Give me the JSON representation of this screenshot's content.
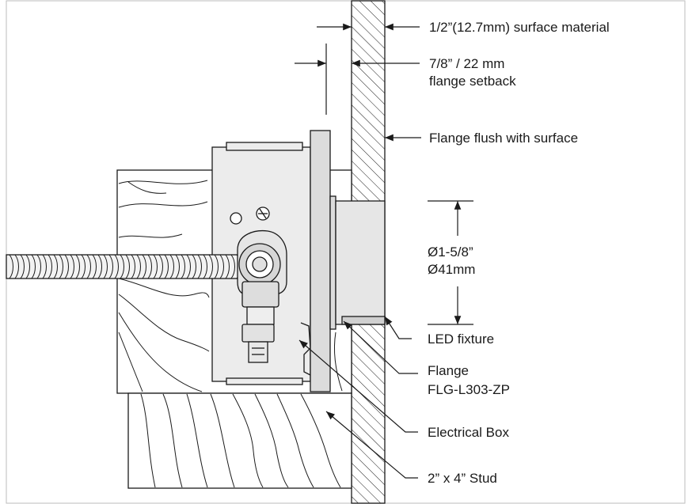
{
  "labels": {
    "surface_material": "1/2”(12.7mm) surface material",
    "setback_line1": "7/8” / 22 mm",
    "setback_line2": "flange setback",
    "flange_flush": "Flange flush with surface",
    "diameter_imperial": "Ø1-5/8”",
    "diameter_metric": "Ø41mm",
    "led_fixture": "LED fixture",
    "flange_line1": "Flange",
    "flange_line2": "FLG-L303-ZP",
    "electrical_box": "Electrical Box",
    "stud": "2” x 4” Stud"
  },
  "colors": {
    "line": "#1a1a1a",
    "box_fill": "#ececec",
    "flange_fill": "#dcdcdc",
    "fixture_fill": "#e6e6e6",
    "frame": "#bdbdbd",
    "background": "#ffffff"
  }
}
